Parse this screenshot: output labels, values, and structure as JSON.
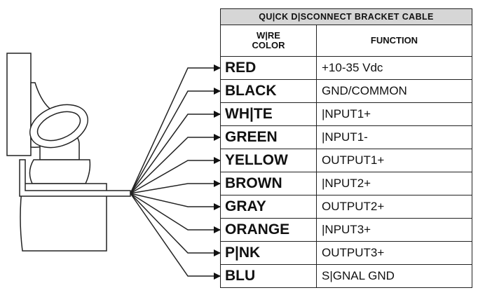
{
  "table": {
    "title": "QU|CK D|SCONNECT BRACKET CABLE",
    "header_color_line1": "W|RE",
    "header_color_line2": "COLOR",
    "header_function": "FUNCTION",
    "rows": [
      {
        "color": "RED",
        "function": "+10-35 Vdc"
      },
      {
        "color": "BLACK",
        "function": "GND/COMMON"
      },
      {
        "color": "WH|TE",
        "function": "|NPUT1+"
      },
      {
        "color": "GREEN",
        "function": "|NPUT1-"
      },
      {
        "color": "YELLOW",
        "function": "OUTPUT1+"
      },
      {
        "color": "BROWN",
        "function": "|NPUT2+"
      },
      {
        "color": "GRAY",
        "function": "OUTPUT2+"
      },
      {
        "color": "ORANGE",
        "function": "|NPUT3+"
      },
      {
        "color": "P|NK",
        "function": "OUTPUT3+"
      },
      {
        "color": "BLU",
        "function": "S|GNAL GND"
      }
    ]
  },
  "colors": {
    "line": "#222222",
    "title_fill": "#d6d6d6",
    "background": "#ffffff"
  }
}
